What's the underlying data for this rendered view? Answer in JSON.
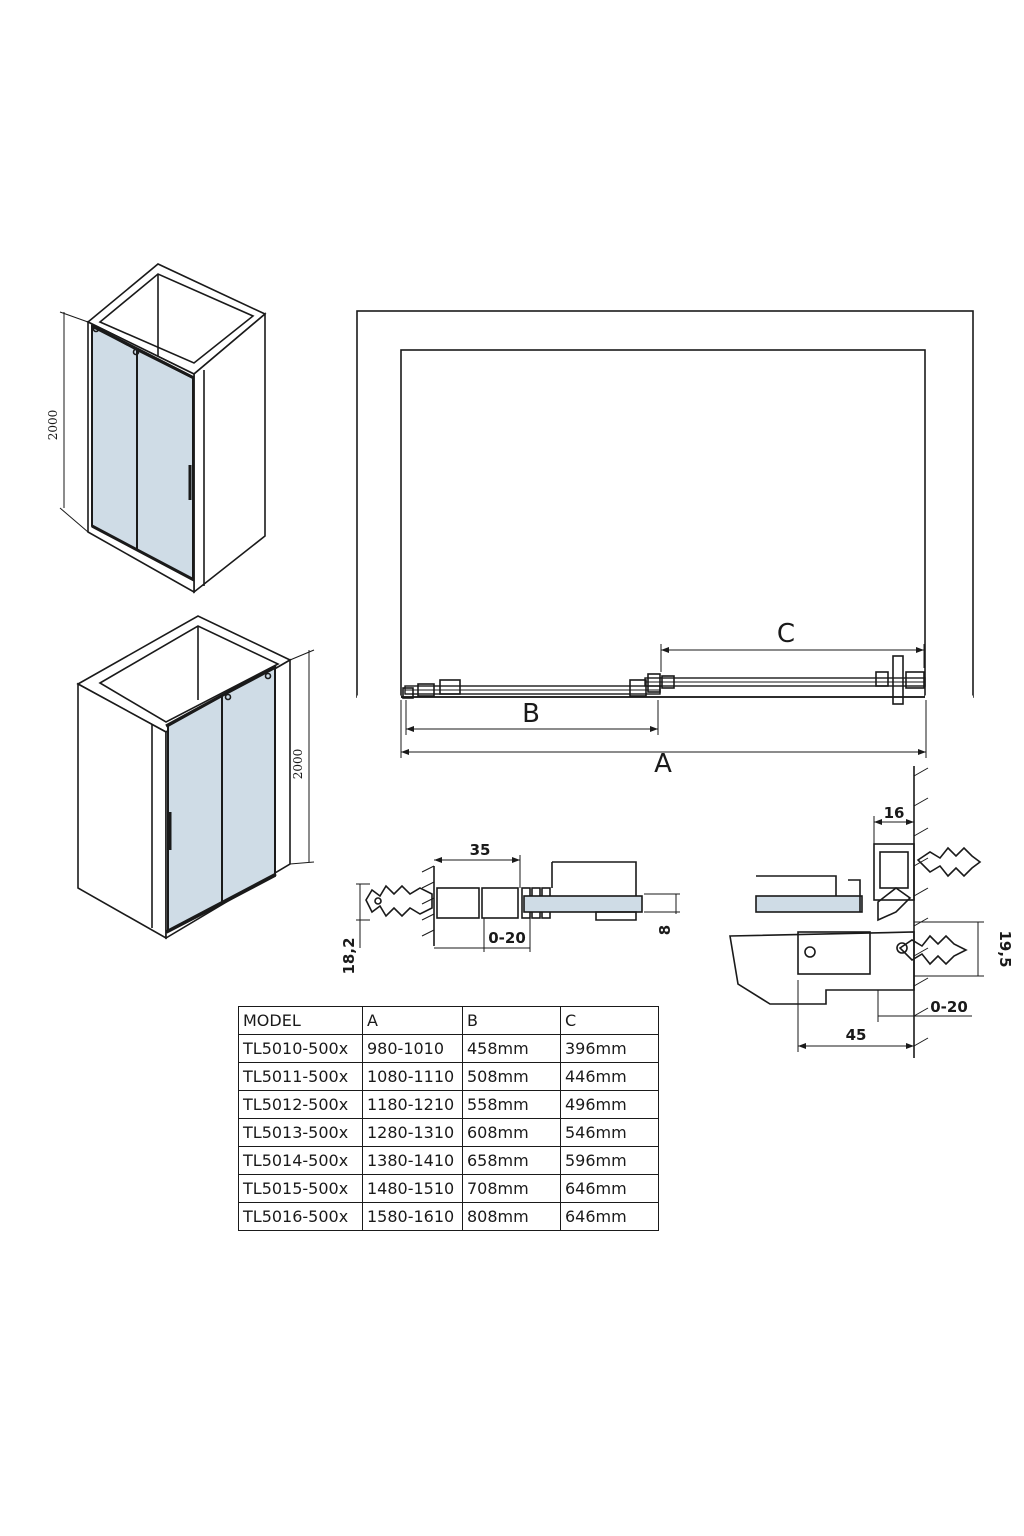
{
  "dimensions": {
    "height_left_top": "2000",
    "height_left_bottom": "2000",
    "label_a": "A",
    "label_b": "B",
    "label_c": "C",
    "detail_left_35": "35",
    "detail_left_0_20": "0-20",
    "detail_left_8": "8",
    "detail_left_18_2": "18,2",
    "detail_right_16": "16",
    "detail_right_19_5": "19,5",
    "detail_right_0_20": "0-20",
    "detail_right_45": "45"
  },
  "colors": {
    "line": "#1a1a1a",
    "glass": "#cfdce6",
    "glass_dark": "#9fb4c4"
  },
  "table": {
    "header": [
      "MODEL",
      "A",
      "B",
      "C"
    ],
    "rows": [
      [
        "TL5010-500x",
        "980-1010",
        "458mm",
        "396mm"
      ],
      [
        "TL5011-500x",
        "1080-1110",
        "508mm",
        "446mm"
      ],
      [
        "TL5012-500x",
        "1180-1210",
        "558mm",
        "496mm"
      ],
      [
        "TL5013-500x",
        "1280-1310",
        "608mm",
        "546mm"
      ],
      [
        "TL5014-500x",
        "1380-1410",
        "658mm",
        "596mm"
      ],
      [
        "TL5015-500x",
        "1480-1510",
        "708mm",
        "646mm"
      ],
      [
        "TL5016-500x",
        "1580-1610",
        "808mm",
        "646mm"
      ]
    ]
  }
}
